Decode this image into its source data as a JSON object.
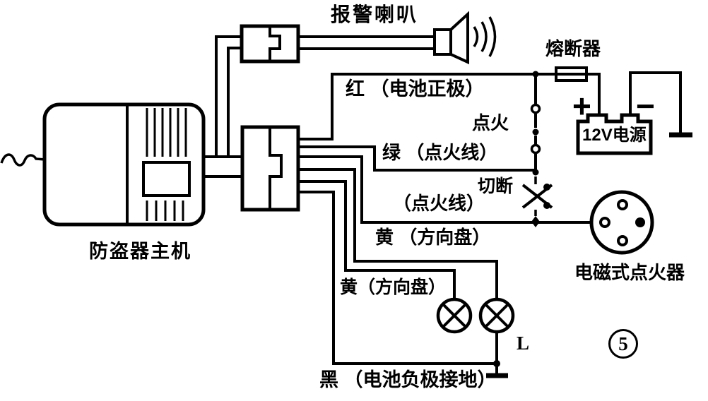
{
  "figure": {
    "type": "wiring-diagram",
    "number": "5",
    "labels": {
      "alarm_horn": "报警喇叭",
      "fuse": "熔断器",
      "wire_red": "红 （电池正极）",
      "ignition": "点火",
      "wire_green": "绿 （点火线）",
      "cut": "切断",
      "ignition_wire": "（点火线）",
      "wire_yellow_1": "黄 （方向盘）",
      "wire_yellow_2": "黄（方向盘）",
      "wire_black": "黑 （电池负极接地）",
      "main_unit": "防盗器主机",
      "igniter": "电磁式点火器",
      "battery": "12V电源",
      "battery_plus": "+",
      "battery_minus": "−",
      "lamp": "L"
    },
    "colors": {
      "line": "#000000",
      "background": "#ffffff"
    }
  }
}
